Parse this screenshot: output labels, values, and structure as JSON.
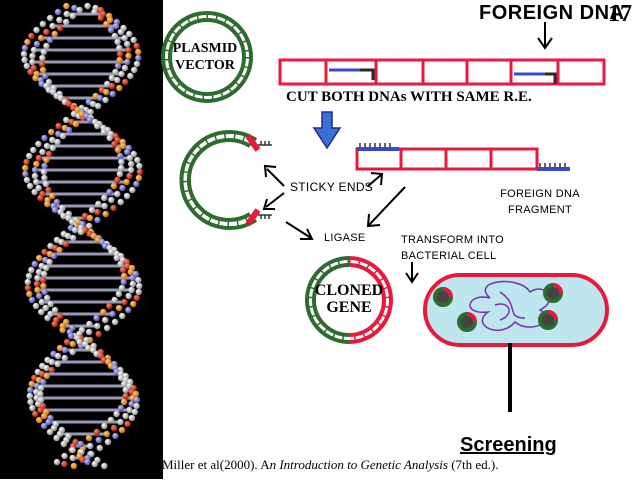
{
  "slide_number": "17",
  "labels": {
    "foreign_dna": "FOREIGN DNA",
    "plasmid_line1": "PLASMID",
    "plasmid_line2": "VECTOR",
    "cut_both": "CUT BOTH DNAs WITH SAME R.E.",
    "sticky_ends": "STICKY ENDS",
    "foreign_fragment_line1": "FOREIGN DNA",
    "foreign_fragment_line2": "FRAGMENT",
    "ligase": "LIGASE",
    "transform_line1": "TRANSFORM INTO",
    "transform_line2": "BACTERIAL CELL",
    "cloned_line1": "CLONED",
    "cloned_line2": "GENE",
    "screening": "Screening"
  },
  "citation": {
    "prefix": "Miller et al(2000).  A",
    "title": "n Introduction to Genetic Analysis",
    "suffix": " (7th ed.)."
  },
  "colors": {
    "vector_green": "#2e6b2e",
    "insert_red": "#e8193c",
    "cut_blue": "#3a49c8",
    "cell_fill": "#bde6ee",
    "cell_border": "#e8193c",
    "chromosome": "#7a2fb0",
    "dna_panel": "#000000"
  }
}
